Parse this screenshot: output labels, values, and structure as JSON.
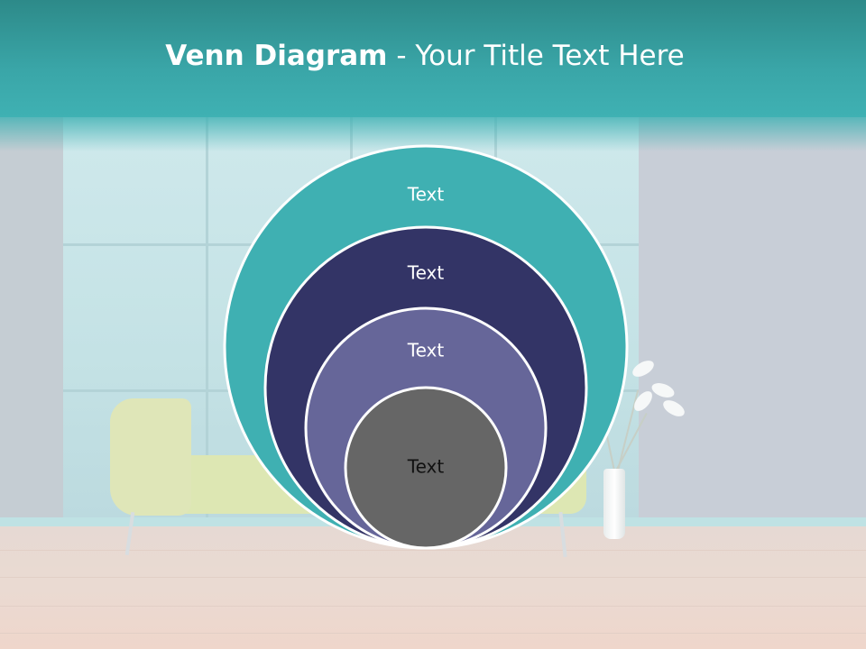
{
  "slide": {
    "title_bold": "Venn Diagram",
    "title_rest": " - Your Title Text Here"
  },
  "diagram": {
    "type": "nested-circles",
    "circles": [
      {
        "label": "Text",
        "fill": "#3fb0b2",
        "text_color": "#ffffff"
      },
      {
        "label": "Text",
        "fill": "#333466",
        "text_color": "#ffffff"
      },
      {
        "label": "Text",
        "fill": "#666699",
        "text_color": "#ffffff"
      },
      {
        "label": "Text",
        "fill": "#666666",
        "text_color": "#111111"
      }
    ],
    "outline_color": "#ffffff"
  },
  "colors": {
    "header": "#3aa6a8",
    "accent": "#3fb0b2"
  }
}
